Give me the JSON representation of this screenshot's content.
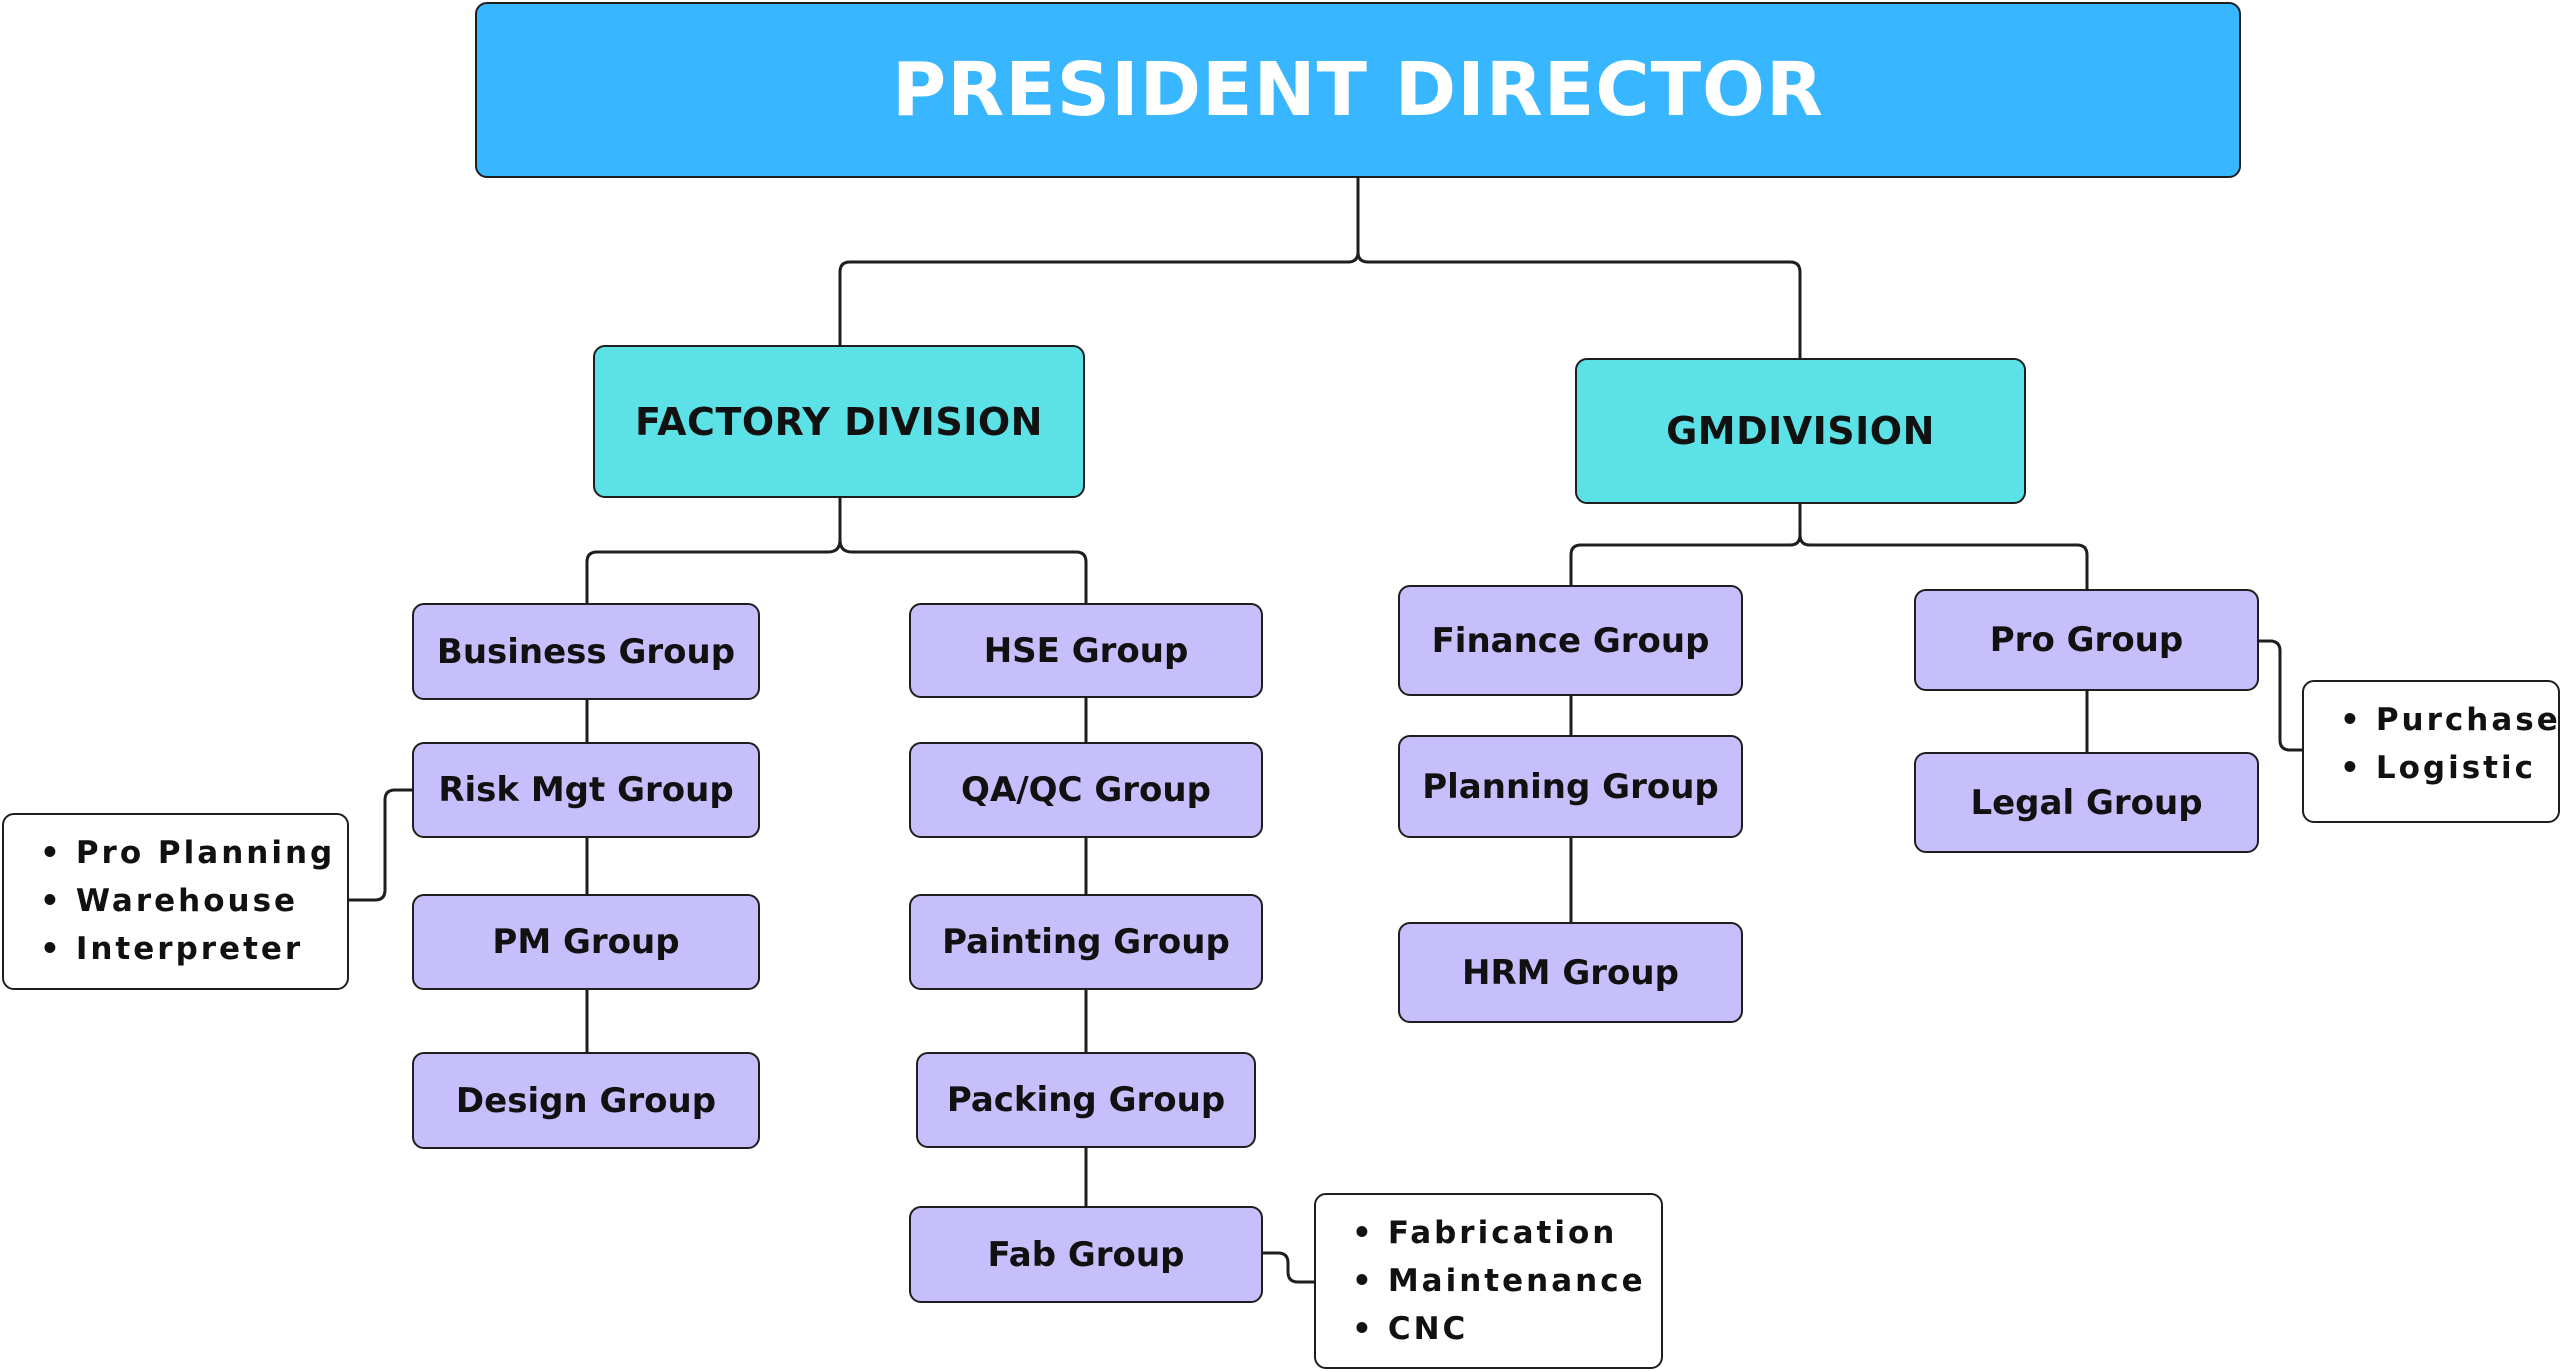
{
  "top": {
    "label": "PRESIDENT DIRECTOR"
  },
  "divisions": {
    "factory": {
      "label": "FACTORY DIVISION"
    },
    "gm": {
      "label": "GMDIVISION"
    }
  },
  "factory_groups": {
    "business": "Business Group",
    "risk_mgt": "Risk Mgt Group",
    "pm": "PM Group",
    "design": "Design Group",
    "hse": "HSE Group",
    "qa_qc": "QA/QC Group",
    "painting": "Painting Group",
    "packing": "Packing Group",
    "fab": "Fab Group"
  },
  "gm_groups": {
    "finance": "Finance Group",
    "planning": "Planning Group",
    "hrm": "HRM Group",
    "pro": "Pro Group",
    "legal": "Legal Group"
  },
  "notes": {
    "risk_mgt": [
      "Pro Planning",
      "Warehouse",
      "Interpreter"
    ],
    "fab": [
      "Fabrication",
      "Maintenance",
      "CNC"
    ],
    "pro": [
      "Purchase",
      "Logistic"
    ]
  },
  "colors": {
    "president": "#38b6ff",
    "division": "#5ce1e6",
    "group": "#c6bffc",
    "note": "#ffffff",
    "line": "#1e1e1e"
  }
}
